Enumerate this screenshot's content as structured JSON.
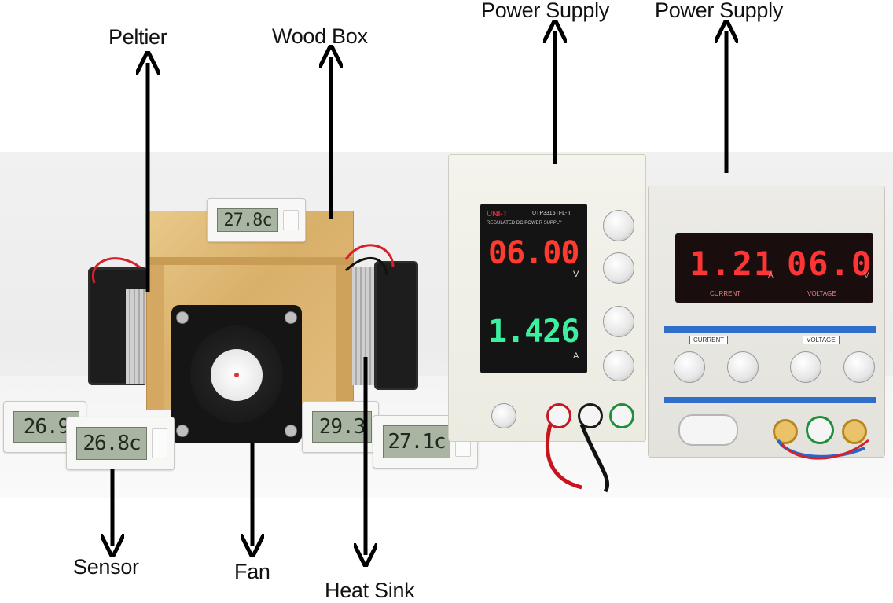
{
  "labels": {
    "peltier": "Peltier",
    "wood_box": "Wood Box",
    "power_supply_1": "Power Supply",
    "power_supply_2": "Power Supply",
    "sensor": "Sensor",
    "fan": "Fan",
    "heat_sink": "Heat Sink"
  },
  "thermometers": {
    "top": "27.8c",
    "far_left": "26.9",
    "left": "26.8c",
    "middle": "29.3",
    "right": "27.1c"
  },
  "psu1": {
    "brand": "UNI-T",
    "model": "UTP3315TFL-II",
    "subtitle": "REGULATED DC POWER SUPPLY",
    "voltage": "06.00",
    "voltage_unit": "V",
    "current": "1.426",
    "current_unit": "A"
  },
  "psu2": {
    "current": "1.21",
    "current_unit": "A",
    "voltage": "06.0",
    "voltage_unit": "V",
    "current_caption": "CURRENT",
    "voltage_caption": "VOLTAGE",
    "panel_current": "CURRENT",
    "panel_voltage": "VOLTAGE"
  },
  "colors": {
    "arrow": "#000000",
    "psu1_voltage": "#ff3b2f",
    "psu1_current": "#3df0a0",
    "psu2_led": "#ff3535",
    "wood": "#dcb46e"
  }
}
